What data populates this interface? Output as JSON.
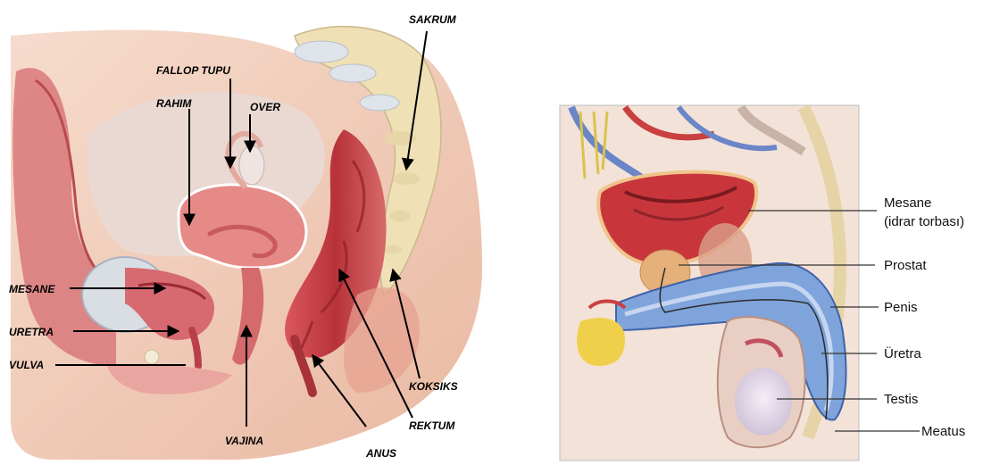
{
  "female": {
    "labels": {
      "sakrum": "SAKRUM",
      "fallop_tupu": "FALLOP TUPU",
      "rahim": "RAHIM",
      "over": "OVER",
      "mesane": "MESANE",
      "uretra": "URETRA",
      "vulva": "VULVA",
      "vajina": "VAJINA",
      "anus": "ANUS",
      "koksiks": "KOKSIKS",
      "rektum": "REKTUM"
    }
  },
  "male": {
    "labels": {
      "mesane_line1": "Mesane",
      "mesane_line2": "(idrar torbası)",
      "prostat": "Prostat",
      "penis": "Penis",
      "uretra": "Üretra",
      "testis": "Testis",
      "meatus": "Meatus"
    }
  },
  "colors": {
    "skin": "#f3cdb8",
    "muscle": "#c9454a",
    "uterus": "#e58a86",
    "bone": "#efe0b5",
    "bladder": "#d9dde4",
    "blue_tissue": "#7fa4dc",
    "yellow_fat": "#f0d04a"
  }
}
